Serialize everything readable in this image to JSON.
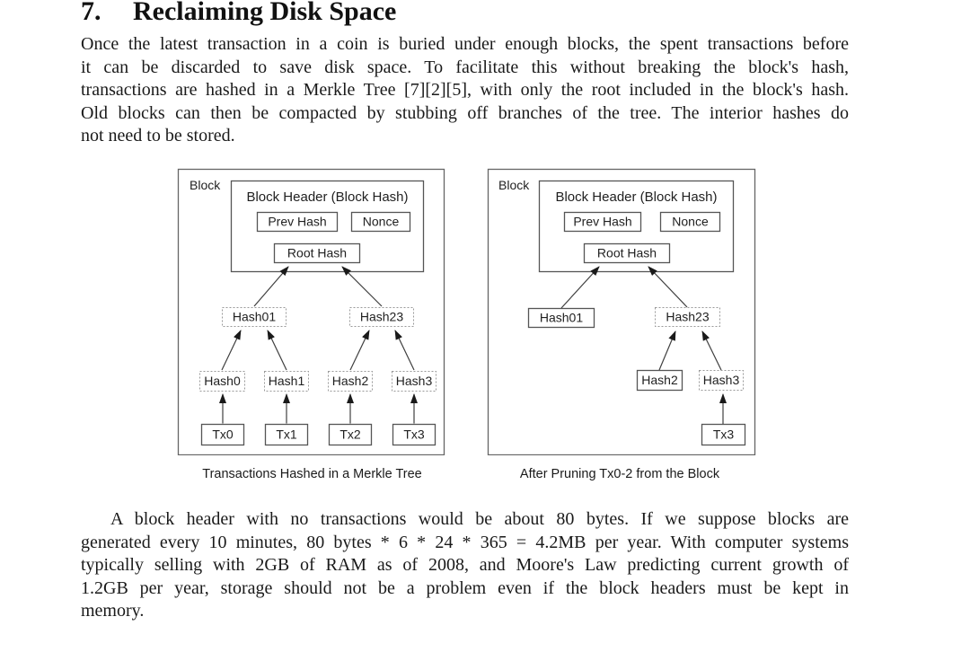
{
  "section": {
    "number": "7.",
    "title": "Reclaiming Disk Space"
  },
  "paragraph1": {
    "lines": [
      "Once the latest transaction in a coin is buried under enough blocks, the spent transactions before",
      "it can be discarded to save disk space.  To facilitate this without breaking the block's hash,",
      "transactions are hashed in a Merkle Tree [7][2][5], with only the root included in the block's hash.",
      "Old blocks can then be compacted by stubbing off branches of the tree.  The interior hashes do",
      "not need to be stored."
    ]
  },
  "paragraph2": {
    "lines": [
      "A block header with no transactions would be about 80 bytes.  If we suppose blocks are",
      "generated every 10 minutes, 80 bytes * 6 * 24 * 365 = 4.2MB per year.  With computer systems",
      "typically selling with 2GB of RAM as of 2008, and Moore's Law predicting current growth of",
      "1.2GB per year, storage should not be a problem even if the block headers must be kept in",
      "memory."
    ]
  },
  "figure": {
    "left": {
      "block": "Block",
      "header": "Block Header (Block Hash)",
      "prev_hash": "Prev Hash",
      "nonce": "Nonce",
      "root_hash": "Root Hash",
      "hash01": "Hash01",
      "hash23": "Hash23",
      "hash0": "Hash0",
      "hash1": "Hash1",
      "hash2": "Hash2",
      "hash3": "Hash3",
      "tx0": "Tx0",
      "tx1": "Tx1",
      "tx2": "Tx2",
      "tx3": "Tx3",
      "caption": "Transactions Hashed in a Merkle Tree"
    },
    "right": {
      "block": "Block",
      "header": "Block Header (Block Hash)",
      "prev_hash": "Prev Hash",
      "nonce": "Nonce",
      "root_hash": "Root Hash",
      "hash01": "Hash01",
      "hash23": "Hash23",
      "hash2": "Hash2",
      "hash3": "Hash3",
      "tx3": "Tx3",
      "caption": "After Pruning Tx0-2 from the Block"
    }
  },
  "colors": {
    "background": "#ffffff",
    "text": "#1a1a1a",
    "box_border": "#555555",
    "dashed_border": "#999999",
    "arrow": "#3f3f3f"
  }
}
